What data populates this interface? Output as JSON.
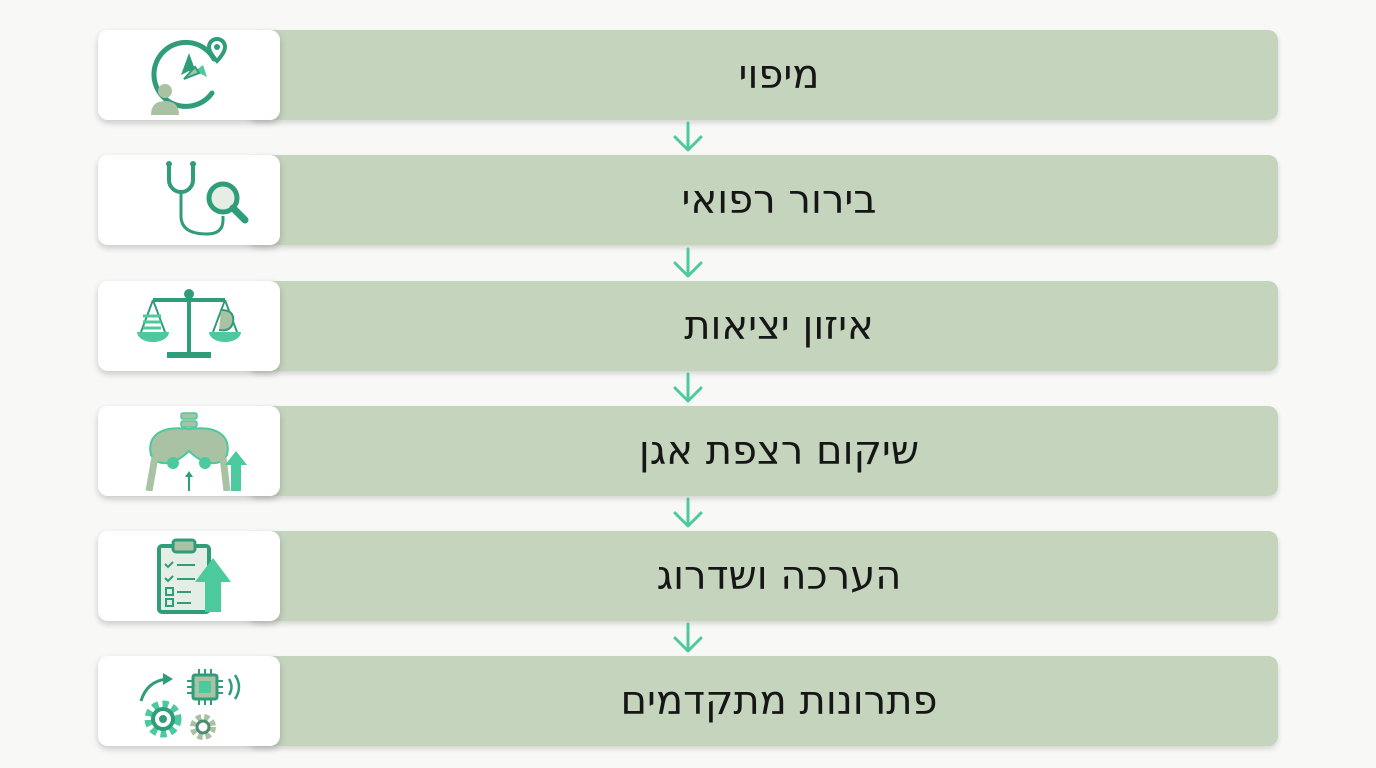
{
  "colors": {
    "accent": "#4cc99d",
    "bar": "#c5d4bd",
    "card": "#ffffff",
    "text": "#161616",
    "icon_fill": "#a9c2a3"
  },
  "steps": [
    {
      "label": "מיפוי",
      "icon": "compass-location-person-icon"
    },
    {
      "label": "בירור רפואי",
      "icon": "stethoscope-magnifier-icon"
    },
    {
      "label": "איזון יציאות",
      "icon": "balance-scale-digestive-icon"
    },
    {
      "label": "שיקום רצפת אגן",
      "icon": "pelvis-up-arrow-icon"
    },
    {
      "label": "הערכה ושדרוג",
      "icon": "clipboard-up-arrow-icon"
    },
    {
      "label": "פתרונות מתקדמים",
      "icon": "gears-chip-icon"
    }
  ]
}
